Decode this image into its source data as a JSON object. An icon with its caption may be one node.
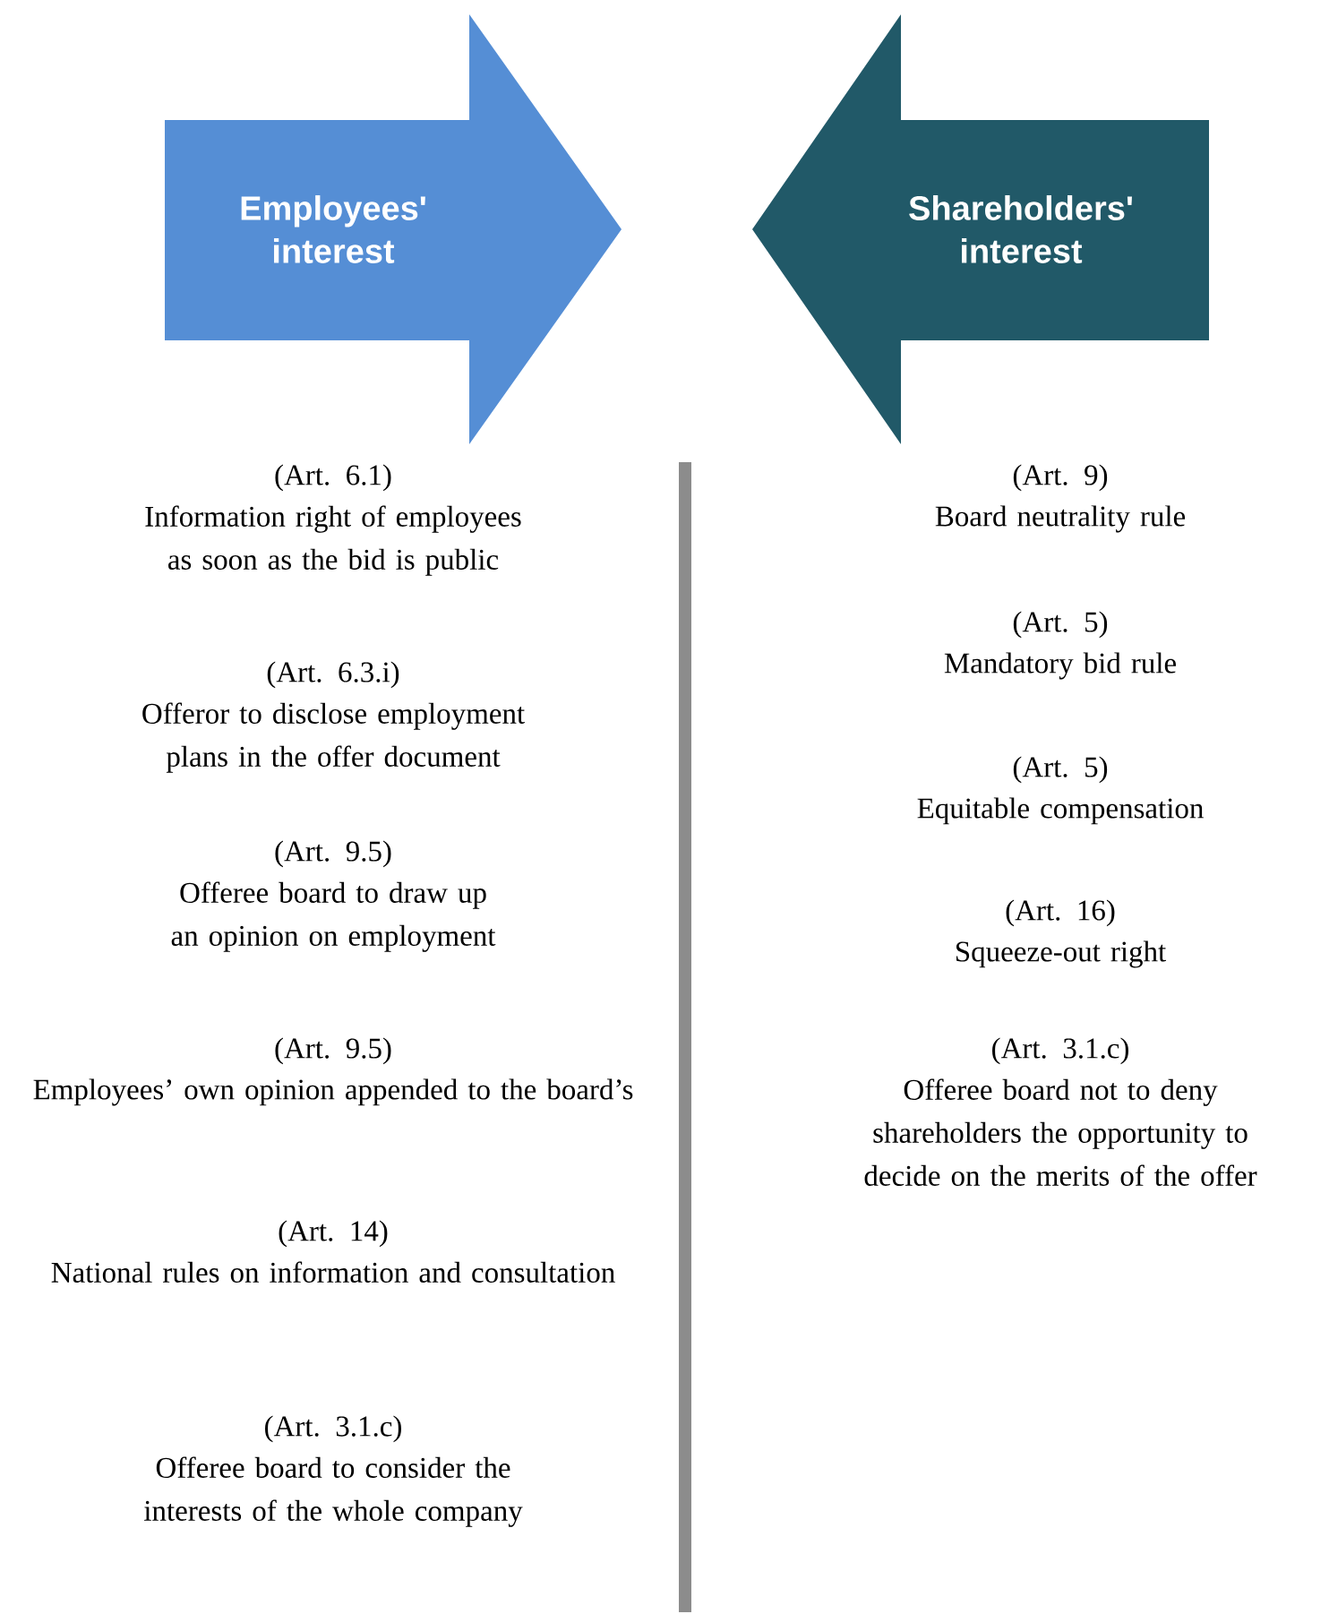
{
  "diagram": {
    "nodes": [
      {
        "text": [
          "Employees' interest"
        ]
      },
      {
        "text": [
          "Shareholders' interest"
        ]
      }
    ],
    "edges": [],
    "labels": [
      "(Art. 6.1)",
      "Information right of employees as soon as the bid is public",
      "(Art. 6.3.i)",
      "Offeror to disclose employment plans in the offer document",
      "(Art. 9.5)",
      "Offeree board to draw up an opinion on employment",
      "(Art. 9.5)",
      "Employees’ own opinion appended to the board’s",
      "(Art. 14)",
      "National rules on information and consultation",
      "(Art. 3.1.c)",
      "Offeree board to consider the interests of the whole company",
      "(Art. 9)",
      "Board neutrality rule",
      "(Art. 5)",
      "Mandatory bid rule",
      "(Art. 5)",
      "Equitable compensation",
      "(Art. 16)",
      "Squeeze-out right",
      "(Art. 3.1.c)",
      "Offeree board not to deny shareholders the opportunity to decide on the merits of the offer"
    ]
  }
}
